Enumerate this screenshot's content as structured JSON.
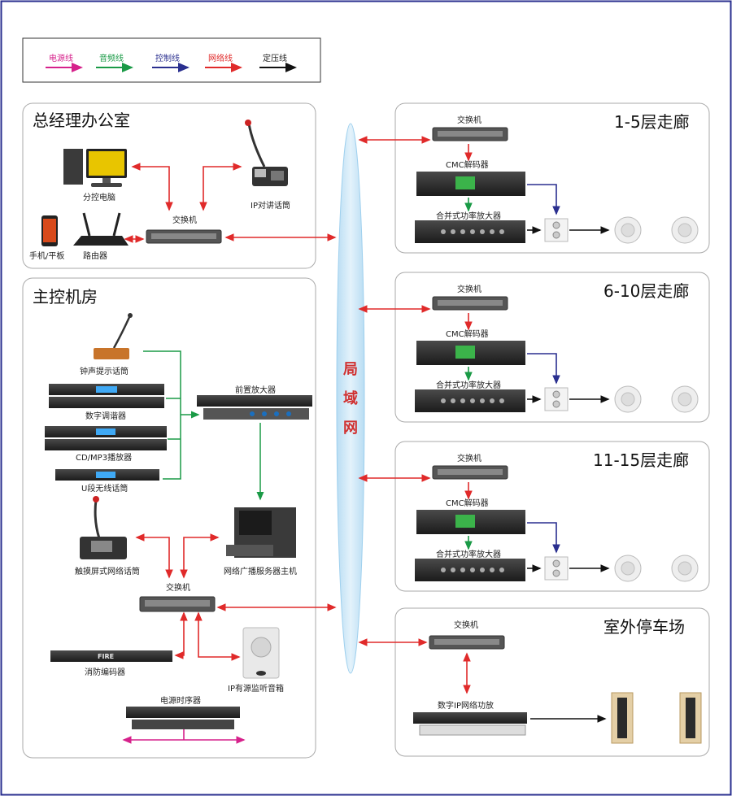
{
  "legend": [
    {
      "label": "电源线",
      "color": "#d6218b"
    },
    {
      "label": "音频线",
      "color": "#1a9a46"
    },
    {
      "label": "控制线",
      "color": "#2a2f8f"
    },
    {
      "label": "网络线",
      "color": "#e02a2a"
    },
    {
      "label": "定压线",
      "color": "#111111"
    }
  ],
  "lan_label": [
    "局",
    "域",
    "网"
  ],
  "office": {
    "title": "总经理办公室",
    "pc": "分控电脑",
    "ip_mic": "IP对讲话筒",
    "switch": "交换机",
    "phone": "手机/平板",
    "router": "路由器"
  },
  "control_room": {
    "title": "主控机房",
    "chime_mic": "钟声提示话筒",
    "tuner": "数字调谐器",
    "cd_player": "CD/MP3播放器",
    "wireless_mic": "U段无线话筒",
    "preamp": "前置放大器",
    "touch_mic": "触摸屏式网络话筒",
    "server": "网络广播服务器主机",
    "switch": "交换机",
    "fire_encoder": "消防编码器",
    "fire_panel_text": "FIRE",
    "active_speaker": "IP有源监听音箱",
    "power_sequencer": "电源时序器"
  },
  "floors": [
    {
      "title": "1-5层走廊",
      "switch": "交换机",
      "decoder": "CMC解码器",
      "amp": "合并式功率放大器"
    },
    {
      "title": "6-10层走廊",
      "switch": "交换机",
      "decoder": "CMC解码器",
      "amp": "合并式功率放大器"
    },
    {
      "title": "11-15层走廊",
      "switch": "交换机",
      "decoder": "CMC解码器",
      "amp": "合并式功率放大器"
    }
  ],
  "parking": {
    "title": "室外停车场",
    "switch": "交换机",
    "amp": "数字IP网络功放"
  }
}
